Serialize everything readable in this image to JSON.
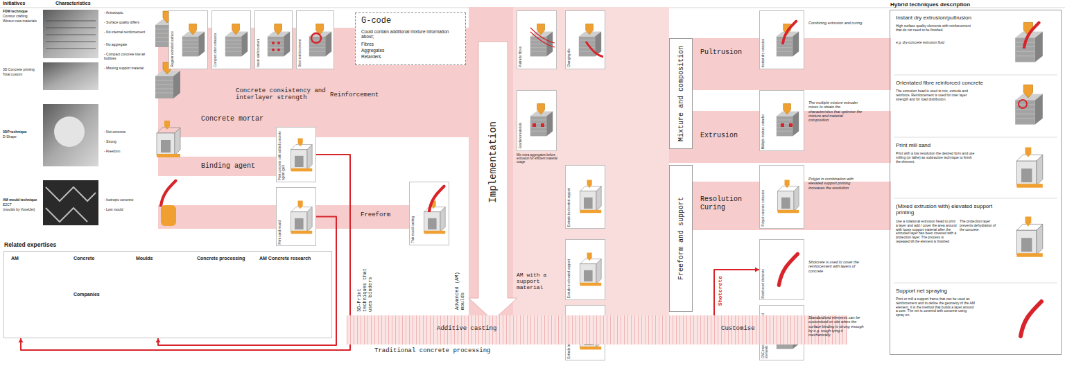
{
  "diagram": {
    "nodes": [
      {
        "text": [
          "Related expertises",
          "AM",
          "Concrete",
          "Moulds",
          "Concrete processing",
          "AM Concrete research",
          "Companies"
        ]
      },
      {
        "text": [
          "G-code",
          "Could contain additional mixture information about;",
          "Fibres",
          "Aggregates",
          "Retarders"
        ]
      },
      {
        "text": [
          "Regular extruded surface"
        ]
      },
      {
        "text": [
          "Compact after extrusion"
        ]
      },
      {
        "text": [
          "Insert reinforcement"
        ]
      },
      {
        "text": [
          "Steel reinforcement"
        ]
      },
      {
        "text": [
          "Print concrete with added concrete agent (gel)"
        ]
      },
      {
        "text": [
          "Print sand mould"
        ]
      },
      {
        "text": [
          "Thin mould casting"
        ]
      },
      {
        "text": [
          "Pultrude fibres"
        ]
      },
      {
        "text": [
          "Changing die"
        ]
      },
      {
        "text": [
          "Gradient materials"
        ]
      },
      {
        "text": [
          "Extrude in elevated support"
        ]
      },
      {
        "text": [
          "Extrude in elevated support"
        ]
      },
      {
        "text": [
          "Extrude in mould"
        ]
      },
      {
        "text": [
          "Mixture and composition"
        ]
      },
      {
        "text": [
          "Freeform and support"
        ]
      },
      {
        "text": [
          "Instant dry extrusion"
        ]
      },
      {
        "text": [
          "Multiple mixture extruder"
        ]
      },
      {
        "text": [
          "Polyjet concrete extrusion"
        ]
      },
      {
        "text": [
          "Reinforced shotcrete"
        ]
      },
      {
        "text": [
          "CNC machining of standardised elements"
        ]
      },
      {
        "text": [
          "Additive casting",
          "Customise",
          "Traditional concrete processing"
        ]
      },
      {
        "text": [
          "Hybrid techniques description",
          "Instant dry extrusion/pultrusion",
          "High surface quality elements with reinforcement that do not need to be finished.",
          "e.g. dry-concrete extrusion fluid",
          "Orientated fibre reinforced concrete",
          "The extrusion head is used to mix, extrude and reinforce. Reinforcement is used for inter layer strength and for load distribution.",
          "Print mill sand",
          "Print with a low resolution the desired form and use milling (or lathe) as subtractive technique to finish the element.",
          "(Mixed extrusion with) elevated support printing",
          "Use a rotational extrusion head to print a layer and add / cover the area around with loose support material after the extruded layer has been covered with a protection layer. The process is repeated till the element is finished",
          "The protection layer prevents dehydration of the concrete",
          "Support net spraying",
          "Print or mill a support frame that can be used as reinforcement and to define the geometry of the AM element. It is the method that builds a layer around a core. The net is covered with concrete using spray on."
        ]
      }
    ],
    "edges": [
      {
        "from": 6,
        "to": 0,
        "arrow": "to"
      },
      {
        "from": 7,
        "to": 0,
        "arrow": "to"
      },
      {
        "from": 22,
        "to": 20,
        "label": "Shotcrete",
        "arrow": "to"
      }
    ],
    "labels": [
      "Initiatives",
      "Characteristics",
      "FDM technique",
      "Contour crafting",
      "Winsun new materials",
      "3D Concrete printing",
      "Total custom",
      "3DP technique",
      "D-Shape",
      "AM mould technique",
      "E2CT",
      "(moulds by VoxelJet)",
      "- Anisotropic",
      "- Surface quality differs",
      "- No internal reinforcement",
      "- No aggregate",
      "- Compact concrete low air bubbles",
      "- Missing support material",
      "- Not concrete",
      "- Strong",
      "- Freeform",
      "- Isotropic concrete",
      "- Lost mould",
      "Concrete mortar",
      "Binding agent",
      "Concrete consistency and interlayer strength",
      "Reinforcement",
      "Freeform",
      "3D-Print techniques that uses binders",
      "Advanced (AM) moulds",
      "Implementation",
      "AM with a support material",
      "Pultrusion",
      "Extrusion",
      "Resolution Curing",
      "Mix extra aggregates before extrusion for efficient material usage",
      "Combining extrusion and curing",
      "The multiple mixture extruder mixes to obtain the characteristics that optimise the mixture and material composition",
      "Polyjet in combination with elevated support printing increases the resolution",
      "Shotcrete is used to cover the reinforcement with layers of concrete",
      "Standardised elements can be customised on site when the surface binding is strong enough by e.g. rough tying it mechanically"
    ]
  }
}
